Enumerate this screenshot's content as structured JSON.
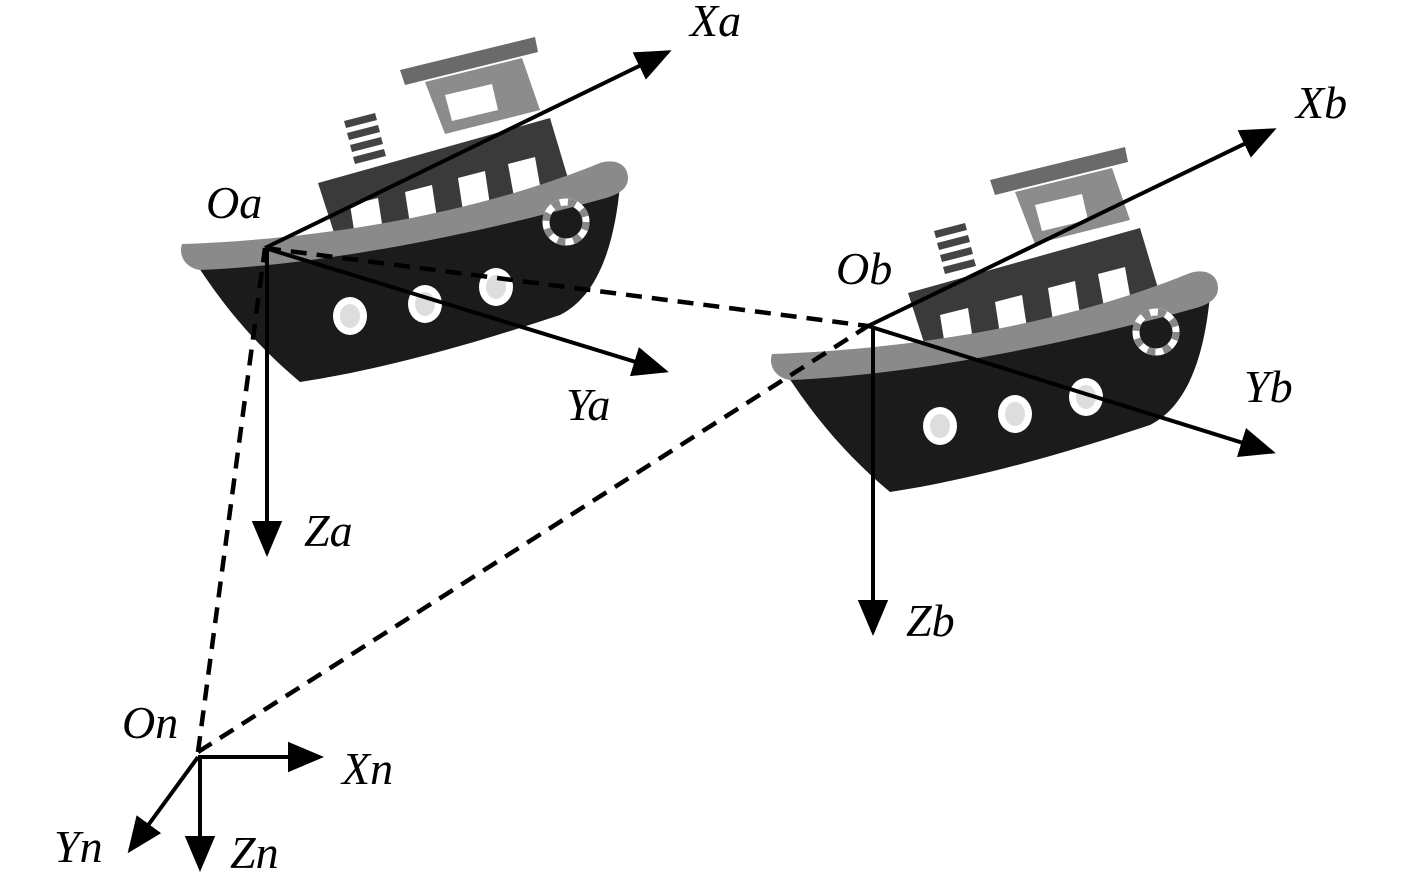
{
  "diagram": {
    "labels": {
      "origin_a": "Oa",
      "x_a": "Xa",
      "y_a": "Ya",
      "z_a": "Za",
      "origin_b": "Ob",
      "x_b": "Xb",
      "y_b": "Yb",
      "z_b": "Zb",
      "origin_n": "On",
      "x_n": "Xn",
      "y_n": "Yn",
      "z_n": "Zn"
    },
    "colors": {
      "hull": "#1b1b1b",
      "deck": "#8a8a8a",
      "cabin_dark": "#3a3a3a",
      "cabin_light": "#8c8c8c",
      "window": "#ffffff",
      "line": "#000000"
    },
    "icons": [
      "boat-a-icon",
      "boat-b-icon",
      "life-ring-icon"
    ]
  }
}
